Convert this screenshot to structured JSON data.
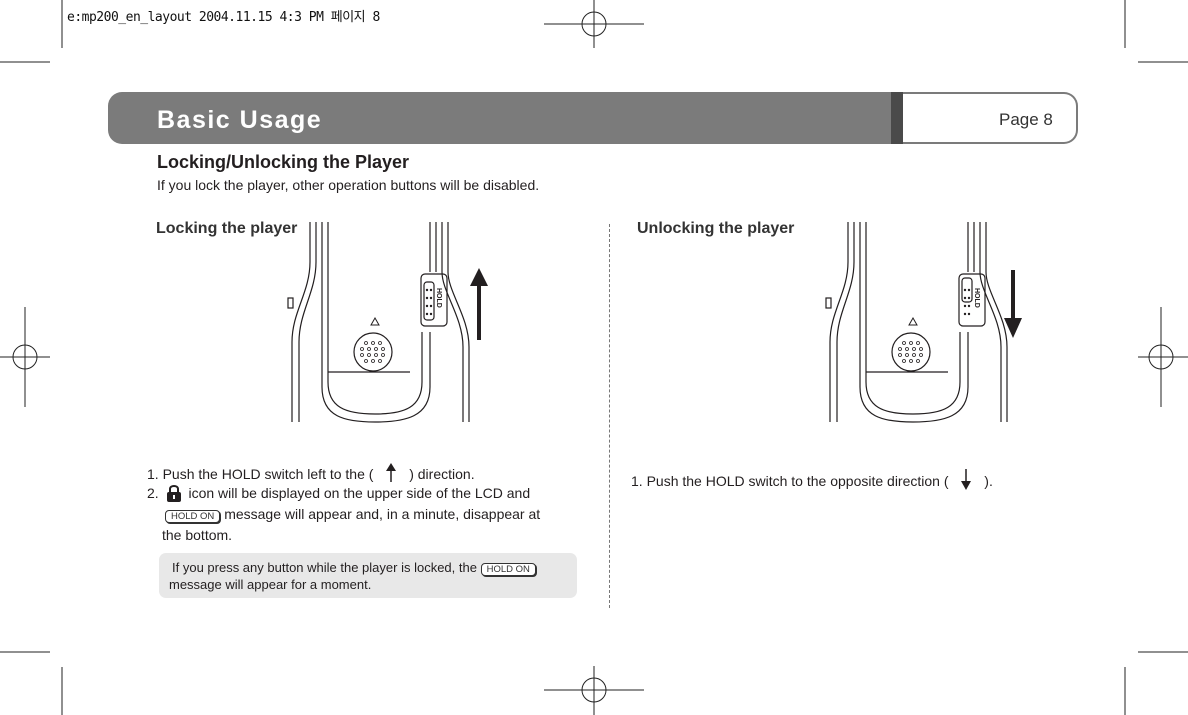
{
  "print_slug": "e:mp200_en_layout 2004.11.15 4:3 PM 페이지 8",
  "header": {
    "title": "Basic Usage",
    "page_label": "Page 8"
  },
  "section": {
    "title": "Locking/Unlocking the Player",
    "subtitle": "If you lock the player, other operation buttons will be disabled."
  },
  "locking": {
    "heading": "Locking the player",
    "step1_prefix": "1. Push the HOLD switch left to the (",
    "step1_suffix": ") direction.",
    "step2_prefix": "2.",
    "step2_text": "icon will be displayed on the upper side of the LCD and",
    "step2_badge": "HOLD ON",
    "step2_cont": "message will appear and, in a minute, disappear at",
    "step2_end": "the bottom.",
    "note_line1": "If you press any button while the player is locked, the",
    "note_badge": "HOLD ON",
    "note_line2": "message will appear for a moment."
  },
  "unlocking": {
    "heading": "Unlocking the player",
    "step1_prefix": "1.  Push the HOLD switch to the opposite direction (",
    "step1_suffix": ")."
  },
  "device": {
    "switch_label": "HOLD"
  },
  "icons": [
    "up-arrow-icon",
    "down-arrow-icon",
    "lock-icon",
    "registration-mark-icon"
  ]
}
